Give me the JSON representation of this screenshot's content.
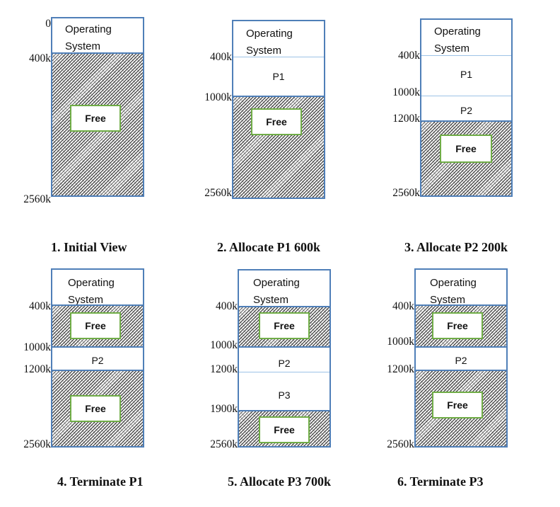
{
  "os_text": "Operating System",
  "free_text": "Free",
  "panels": [
    {
      "caption": "1.   Initial View",
      "addresses": [
        "0",
        "400k",
        "2560k"
      ],
      "segments": [
        {
          "type": "os",
          "label": "Operating System"
        },
        {
          "type": "free",
          "label": "Free"
        }
      ]
    },
    {
      "caption": "2. Allocate P1 600k",
      "addresses": [
        "400k",
        "1000k",
        "2560k"
      ],
      "segments": [
        {
          "type": "os",
          "label": "Operating System"
        },
        {
          "type": "process",
          "label": "P1"
        },
        {
          "type": "free",
          "label": "Free"
        }
      ]
    },
    {
      "caption": "3. Allocate P2 200k",
      "addresses": [
        "400k",
        "1000k",
        "1200k",
        "2560k"
      ],
      "segments": [
        {
          "type": "os",
          "label": "Operating System"
        },
        {
          "type": "process",
          "label": "P1"
        },
        {
          "type": "process",
          "label": "P2"
        },
        {
          "type": "free",
          "label": "Free"
        }
      ]
    },
    {
      "caption": "4. Terminate P1",
      "addresses": [
        "400k",
        "1000k",
        "1200k",
        "2560k"
      ],
      "segments": [
        {
          "type": "os",
          "label": "Operating System"
        },
        {
          "type": "free",
          "label": "Free"
        },
        {
          "type": "process",
          "label": "P2"
        },
        {
          "type": "free",
          "label": "Free"
        }
      ]
    },
    {
      "caption": "5. Allocate P3 700k",
      "addresses": [
        "400k",
        "1000k",
        "1200k",
        "1900k",
        "2560k"
      ],
      "segments": [
        {
          "type": "os",
          "label": "Operating System"
        },
        {
          "type": "free",
          "label": "Free"
        },
        {
          "type": "process",
          "label": "P2"
        },
        {
          "type": "process",
          "label": "P3"
        },
        {
          "type": "free",
          "label": "Free"
        }
      ]
    },
    {
      "caption": "6. Terminate P3",
      "addresses": [
        "400k",
        "1000k",
        "1200k",
        "2560k"
      ],
      "segments": [
        {
          "type": "os",
          "label": "Operating System"
        },
        {
          "type": "free",
          "label": "Free"
        },
        {
          "type": "process",
          "label": "P2"
        },
        {
          "type": "free",
          "label": "Free"
        }
      ]
    }
  ],
  "colors": {
    "memory_border": "#4f7fb8",
    "segment_divider": "#9dc3e6",
    "free_box_border": "#70ad47",
    "text": "#111111"
  }
}
